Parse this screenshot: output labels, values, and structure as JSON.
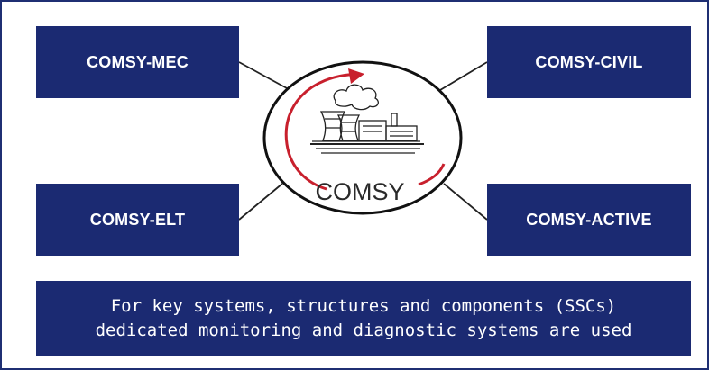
{
  "modules": {
    "mec": "COMSY-MEC",
    "civil": "COMSY-CIVIL",
    "elt": "COMSY-ELT",
    "active": "COMSY-ACTIVE"
  },
  "logo": {
    "text": "COMSY"
  },
  "note": {
    "line1": "For key systems, structures and components (SSCs)",
    "line2": "dedicated monitoring and diagnostic systems are used"
  },
  "colors": {
    "box": "#1b2a72",
    "box_text": "#ffffff",
    "frame": "#1f2f73",
    "arc": "#c8202d"
  },
  "icons": {
    "logo_graphic": "power-plant-icon",
    "logo_arrow": "circular-arrow-icon"
  }
}
